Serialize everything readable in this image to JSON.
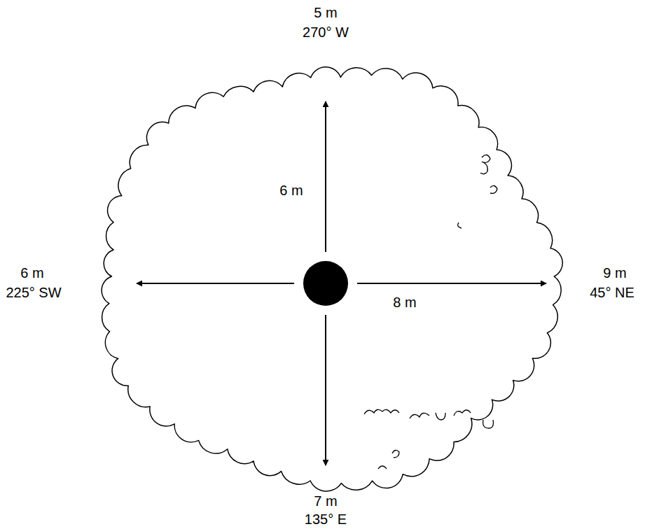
{
  "diagram": {
    "labels": [
      "5 m",
      "270° W",
      "6 m",
      "225° SW",
      "9 m",
      "45° NE",
      "7 m",
      "135° E",
      "6 m",
      "8 m"
    ]
  }
}
